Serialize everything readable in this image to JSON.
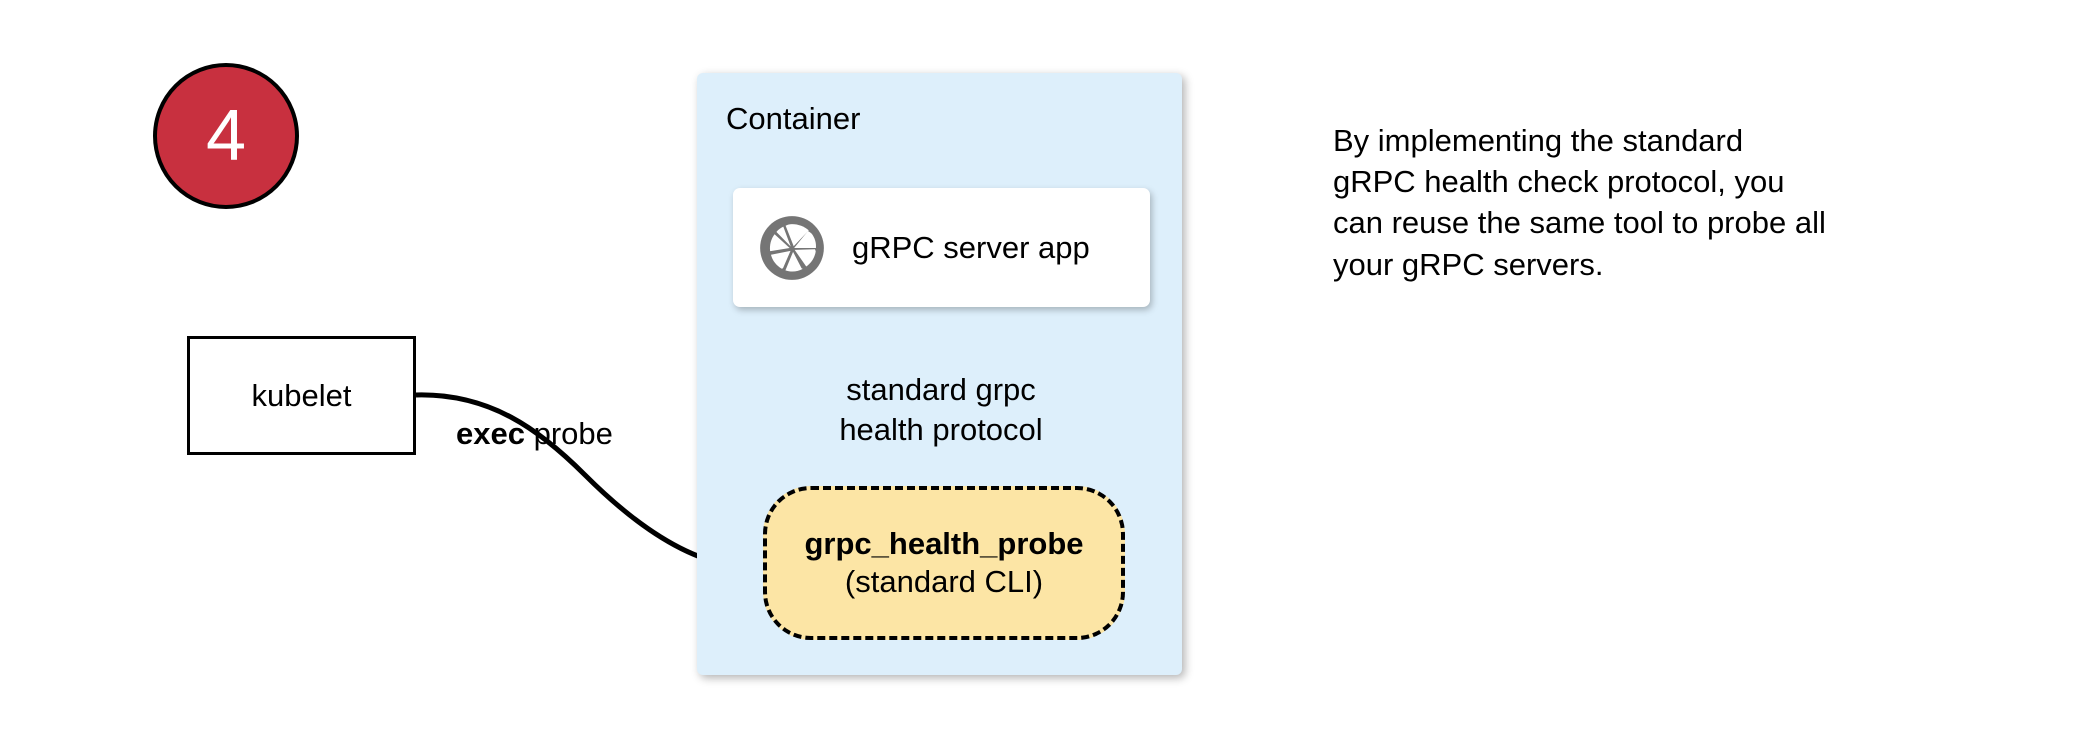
{
  "step": {
    "number": "4",
    "circle_color": "#c8303f",
    "border_color": "#000000",
    "text_color": "#ffffff"
  },
  "container": {
    "label": "Container",
    "background_color": "#ddeffb"
  },
  "server_app": {
    "label": "gRPC server app",
    "icon": "aperture-icon",
    "icon_color": "#757575",
    "background_color": "#ffffff"
  },
  "kubelet": {
    "label": "kubelet",
    "background_color": "#ffffff",
    "border_color": "#000000"
  },
  "probe": {
    "title": "grpc_health_probe",
    "subtitle": "(standard CLI)",
    "background_color": "#fce5a5",
    "border_color": "#000000",
    "border_style": "dashed"
  },
  "edges": {
    "exec_probe": {
      "bold_text": "exec",
      "plain_text": " probe",
      "from": "kubelet",
      "to": "grpc_health_probe"
    },
    "protocol": {
      "line1": "standard grpc",
      "line2": "health protocol",
      "from": "grpc_health_probe",
      "to": "gRPC server app"
    }
  },
  "description": {
    "line1": "By implementing the standard",
    "line2": "gRPC health check protocol, you",
    "line3": "can reuse the same tool to probe all",
    "line4": "your gRPC servers."
  }
}
